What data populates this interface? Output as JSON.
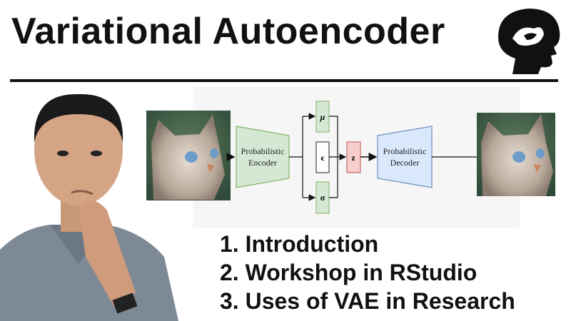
{
  "title": "Variational Autoencoder",
  "diagram": {
    "encoder_line1": "Probabilistic",
    "encoder_line2": "Encoder",
    "decoder_line1": "Probabilistic",
    "decoder_line2": "Decoder",
    "mu": "μ",
    "epsilon": "ϵ",
    "sigma": "σ",
    "z": "z",
    "colors": {
      "encoder": "#d5e8d4",
      "decoder": "#dae8fc",
      "z": "#f8cecc",
      "stroke_green": "#82b366",
      "stroke_blue": "#6c8ebf",
      "stroke_red": "#b85450"
    }
  },
  "list": [
    "1. Introduction",
    "2. Workshop in RStudio",
    "3. Uses of VAE in Research"
  ]
}
